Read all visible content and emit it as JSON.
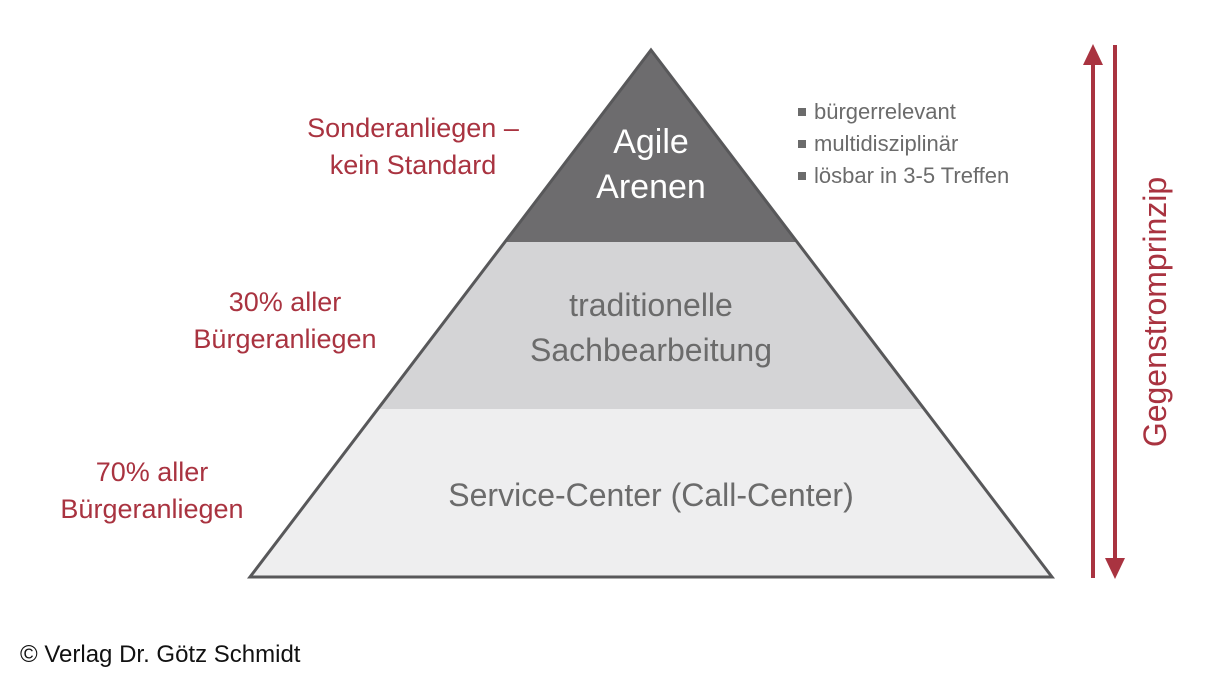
{
  "tiers": {
    "top": "Agile\nArenen",
    "middle": "traditionelle\nSachbearbeitung",
    "bottom": "Service-Center (Call-Center)"
  },
  "left_labels": {
    "top": "Sonderanliegen –\nkein Standard",
    "middle": "30% aller\nBürgeranliegen",
    "bottom": "70% aller\nBürgeranliegen"
  },
  "bullets": [
    "bürgerrelevant",
    "multidisziplinär",
    "lösbar in 3-5 Treffen"
  ],
  "arrow_label": "Gegenstromprinzip",
  "copyright": "© Verlag Dr. Götz Schmidt",
  "colors": {
    "top": "#6d6c6e",
    "middle": "#d4d4d6",
    "bottom": "#eeeeef",
    "accent": "#a93340",
    "outline": "#58585a"
  }
}
